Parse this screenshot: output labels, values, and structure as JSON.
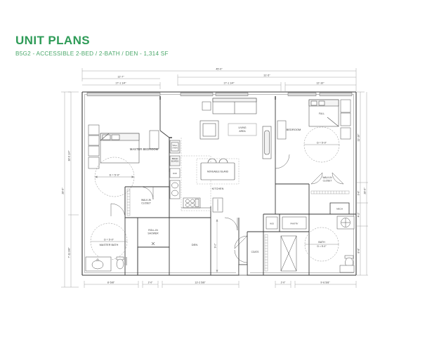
{
  "sheet": {
    "title": "UNIT PLANS",
    "subtitle": "B5G2 - ACCESSIBLE 2-BED / 2-BATH / DEN - 1,314 SF",
    "brand_color": "#2e9b57",
    "subtitle_color": "#4aa76a",
    "background": "#ffffff",
    "line_color": "#3a3a3a"
  },
  "rooms": [
    {
      "id": "master-bedroom",
      "label": "MASTER BEDROOM"
    },
    {
      "id": "living-area",
      "label": "LIVING\nAREA"
    },
    {
      "id": "bedroom",
      "label": "BEDROOM"
    },
    {
      "id": "kitchen",
      "label": "KITCHEN"
    },
    {
      "id": "den",
      "label": "DEN"
    },
    {
      "id": "master-bath",
      "label": "MASTER BATH"
    },
    {
      "id": "bath",
      "label": "BATH"
    },
    {
      "id": "walk-in-closet-master",
      "label": "WALK-IN\nCLOSET"
    },
    {
      "id": "walk-in-closet-bedroom",
      "label": "WALK-IN\nCLOSET"
    },
    {
      "id": "roll-in-shower",
      "label": "ROLL-IN\nSHOWER"
    },
    {
      "id": "coats",
      "label": "COATS"
    }
  ],
  "fixtures": [
    {
      "id": "moveable-island",
      "label": "MOVEABLE ISLAND"
    },
    {
      "id": "wall-oven",
      "label": "WALL\nOVEN"
    },
    {
      "id": "bread-boards",
      "label": "BREAD\nBOARDS"
    },
    {
      "id": "dishwasher",
      "label": "D/W"
    },
    {
      "id": "washer-dryer",
      "label": "W/D"
    },
    {
      "id": "pantry",
      "label": "PANTRY"
    },
    {
      "id": "full-bed",
      "label": "FULL"
    },
    {
      "id": "mech",
      "label": "MECH"
    }
  ],
  "turning_circles": [
    {
      "id": "turn-master-bedroom",
      "label": "D = 5'-0\""
    },
    {
      "id": "turn-master-bath",
      "label": "D = 5'-0\""
    },
    {
      "id": "turn-bedroom",
      "label": "D = 5'-0\""
    },
    {
      "id": "turn-bath",
      "label": "D = 5'-0\""
    }
  ],
  "dimensions": {
    "top": [
      {
        "id": "dim-overall-width",
        "label": "45'-0\""
      },
      {
        "id": "dim-right-span",
        "label": "31'-5\""
      },
      {
        "id": "dim-master-width",
        "label": "12'-7\""
      },
      {
        "id": "dim-master-inner",
        "label": "17'-1 1/4\""
      },
      {
        "id": "dim-living-width",
        "label": "17'-1 1/4\""
      },
      {
        "id": "dim-bedroom-width",
        "label": "12'-10\""
      }
    ],
    "left": [
      {
        "id": "dim-left-upper",
        "label": "18'-0 1/4\""
      },
      {
        "id": "dim-left-overall",
        "label": "28'-0\""
      },
      {
        "id": "dim-left-lower",
        "label": "7'-11 3/8\""
      }
    ],
    "right": [
      {
        "id": "dim-right-bedroom",
        "label": "11'-10\""
      },
      {
        "id": "dim-right-closet",
        "label": "3'-6\""
      },
      {
        "id": "dim-right-mech",
        "label": "4'-2\""
      },
      {
        "id": "dim-right-bath",
        "label": "8'-8\""
      },
      {
        "id": "dim-right-overall",
        "label": "28'-0\""
      }
    ],
    "bottom": [
      {
        "id": "dim-bottom-bath",
        "label": "8'-5/8\""
      },
      {
        "id": "dim-bottom-gap1",
        "label": "2'-0\""
      },
      {
        "id": "dim-bottom-den",
        "label": "13'-2 5/8\""
      },
      {
        "id": "dim-bottom-gap2",
        "label": "2'-0\""
      },
      {
        "id": "dim-bottom-right",
        "label": "9'-6 5/8\""
      }
    ],
    "interior": [
      {
        "id": "dim-den-height",
        "label": "9'-0\""
      }
    ]
  }
}
